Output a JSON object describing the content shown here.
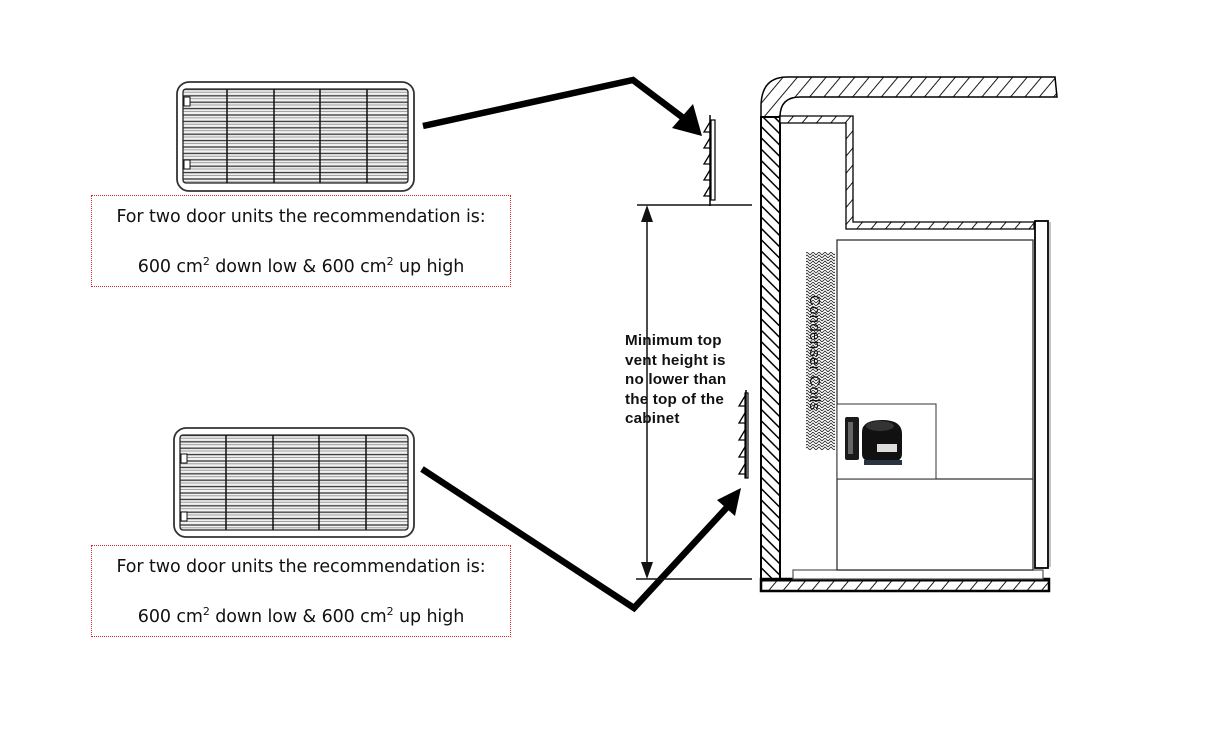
{
  "diagram": {
    "title_context": "Refrigerator cabinet ventilation diagram",
    "vent_grilles": [
      {
        "name": "upper-vent-grille",
        "position": "top"
      },
      {
        "name": "lower-vent-grille",
        "position": "bottom"
      }
    ],
    "recommendation_boxes": [
      {
        "line1": "For two door units the recommendation is:",
        "low_value": "600 cm",
        "low_sup": "2",
        "low_text": " down low & ",
        "high_value": "600 cm",
        "high_sup": "2",
        "high_text": " up high"
      },
      {
        "line1": "For two door units the recommendation is:",
        "low_value": "600 cm",
        "low_sup": "2",
        "low_text": " down low & ",
        "high_value": "600 cm",
        "high_sup": "2",
        "high_text": " up high"
      }
    ],
    "min_height_note": "Minimum top\nvent height is\nno lower than\nthe top of the\ncabinet",
    "condenser_label": "Condenser Coils",
    "components": [
      "compressor",
      "condenser-coils",
      "cabinet-wall",
      "countertop",
      "floor",
      "fridge-door"
    ],
    "colors": {
      "dotted_border": "#e0262a",
      "line": "#000000",
      "background": "#ffffff"
    }
  }
}
